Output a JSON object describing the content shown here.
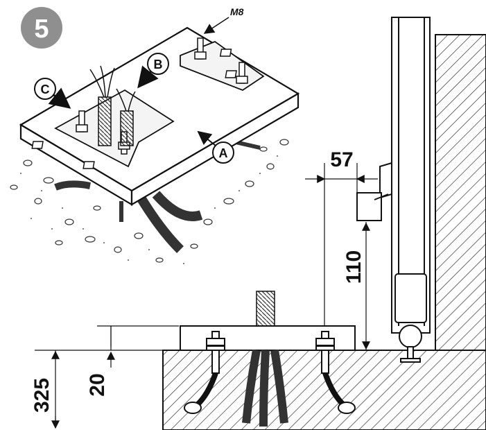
{
  "step": {
    "number": "5"
  },
  "callouts": {
    "a": "A",
    "b": "B",
    "c": "C"
  },
  "thread_label": "M8",
  "dimensions": {
    "d57": "57",
    "d110": "110",
    "d325": "325",
    "d20": "20"
  }
}
